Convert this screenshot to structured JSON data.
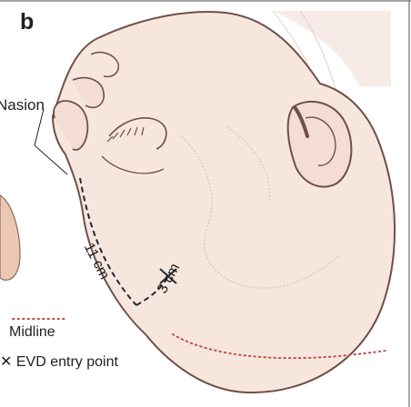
{
  "figure": {
    "panel_letter": "b",
    "labels": {
      "nasion": "Nasion",
      "measure_nasion_to_point": "11 cm",
      "measure_lateral_offset": "3 cm"
    },
    "legend": {
      "midline": "Midline",
      "entry_marker": "✕",
      "evd_entry_point": "EVD entry point"
    },
    "colors": {
      "skin": "#f7e6dd",
      "skin_outline": "#6e5048",
      "midline_dots": "#c0504d",
      "dashed_path": "#1f2a3a",
      "frame": "#8a8a8a"
    }
  }
}
